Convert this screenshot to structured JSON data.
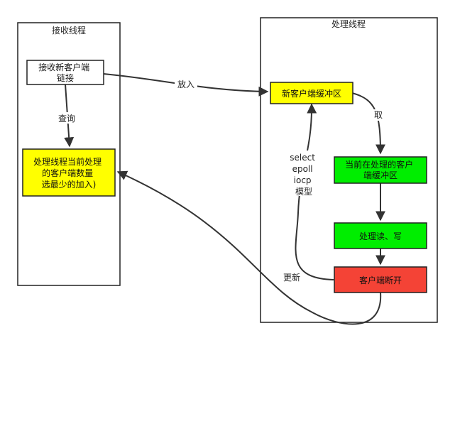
{
  "containers": {
    "receive": {
      "title": "接收线程"
    },
    "process": {
      "title": "处理线程"
    }
  },
  "nodes": {
    "accept": {
      "lines": [
        "接收新客户端",
        "链接"
      ],
      "fill": "#ffffff"
    },
    "least_loaded": {
      "lines": [
        "处理线程当前处理",
        "的客户端数量",
        "选最少的加入)"
      ],
      "fill": "#ffff00"
    },
    "new_buffer": {
      "lines": [
        "新客户端缓冲区"
      ],
      "fill": "#ffff00"
    },
    "current_buffer": {
      "lines": [
        "当前在处理的客户",
        "端缓冲区"
      ],
      "fill": "#00ee00"
    },
    "handle_rw": {
      "lines": [
        "处理读、写"
      ],
      "fill": "#00ee00"
    },
    "disconnect": {
      "lines": [
        "客户端断开"
      ],
      "fill": "#f44336"
    }
  },
  "edge_labels": {
    "put": "放入",
    "query": "查询",
    "take": "取",
    "update": "更新",
    "model": [
      "select",
      "epoll",
      "iocp",
      "模型"
    ]
  }
}
